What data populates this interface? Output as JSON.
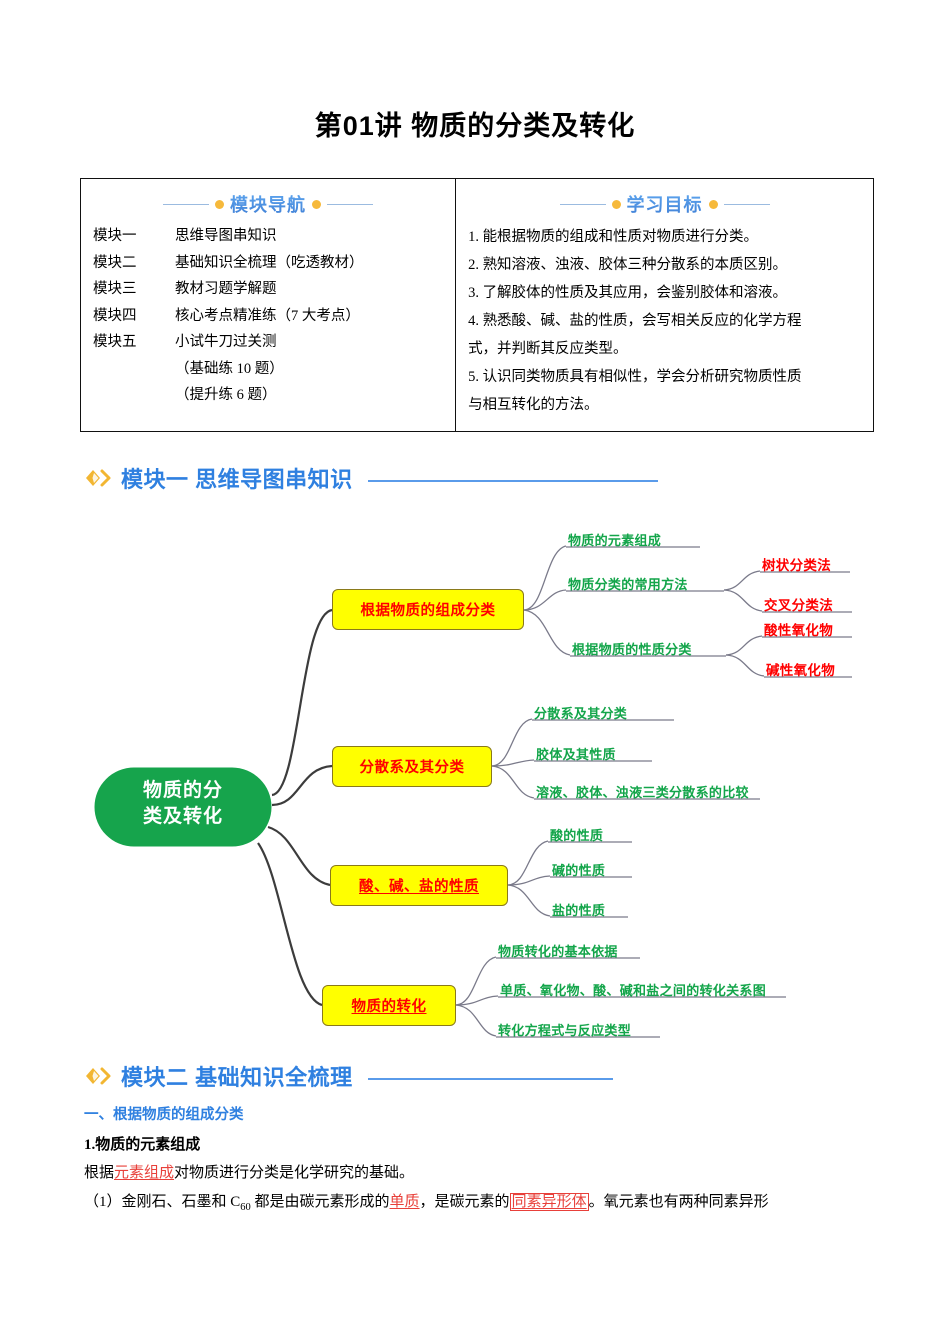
{
  "page": {
    "title": "第01讲 物质的分类及转化"
  },
  "nav_box": {
    "caption": "模块导航",
    "rows": [
      {
        "key": "模块一",
        "value": "思维导图串知识"
      },
      {
        "key": "模块二",
        "value": "基础知识全梳理（吃透教材）"
      },
      {
        "key": "模块三",
        "value": "教材习题学解题"
      },
      {
        "key": "模块四",
        "value": "核心考点精准练（7 大考点）"
      },
      {
        "key": "模块五",
        "value": "小试牛刀过关测"
      },
      {
        "key": "",
        "value": "（基础练 10 题）"
      },
      {
        "key": "",
        "value": "（提升练 6 题）"
      }
    ]
  },
  "goals_box": {
    "caption": "学习目标",
    "items": [
      "1. 能根据物质的组成和性质对物质进行分类。",
      "2. 熟知溶液、浊液、胶体三种分散系的本质区别。",
      "3. 了解胶体的性质及其应用，会鉴别胶体和溶液。",
      "4. 熟悉酸、碱、盐的性质，会写相关反应的化学方程",
      "式，并判断其反应类型。",
      "5. 认识同类物质具有相似性，学会分析研究物质性质",
      "与相互转化的方法。"
    ]
  },
  "section1": {
    "icon": "diamond-chevron-icon",
    "title": "模块一 思维导图串知识"
  },
  "section2": {
    "icon": "diamond-chevron-icon",
    "title": "模块二 基础知识全梳理"
  },
  "mindmap": {
    "center": {
      "line1": "物质的分",
      "line2": "类及转化"
    },
    "branches": [
      {
        "label": "根据物质的组成分类",
        "underline": false,
        "subs": [
          {
            "label": "物质的元素组成",
            "leaves": []
          },
          {
            "label": "物质分类的常用方法",
            "leaves": [
              "树状分类法",
              "交叉分类法"
            ]
          },
          {
            "label": "根据物质的性质分类",
            "leaves": [
              "酸性氧化物",
              "碱性氧化物"
            ]
          }
        ]
      },
      {
        "label": "分散系及其分类",
        "underline": false,
        "subs": [
          {
            "label": "分散系及其分类",
            "leaves": []
          },
          {
            "label": "胶体及其性质",
            "leaves": []
          },
          {
            "label": "溶液、胶体、浊液三类分散系的比较",
            "leaves": []
          }
        ]
      },
      {
        "label": "酸、碱、盐的性质",
        "underline": true,
        "subs": [
          {
            "label": "酸的性质",
            "leaves": []
          },
          {
            "label": "碱的性质",
            "leaves": []
          },
          {
            "label": "盐的性质",
            "leaves": []
          }
        ]
      },
      {
        "label": "物质的转化",
        "underline": true,
        "subs": [
          {
            "label": "物质转化的基本依据",
            "leaves": []
          },
          {
            "label": "单质、氧化物、酸、碱和盐之间的转化关系图",
            "leaves": []
          },
          {
            "label": "转化方程式与反应类型",
            "leaves": []
          }
        ]
      }
    ]
  },
  "content": {
    "heading_blue": "一、根据物质的组成分类",
    "heading_black": "1.物质的元素组成",
    "para1_pre": "根据",
    "para1_hl": "元素组成",
    "para1_post": "对物质进行分类是化学研究的基础。",
    "para2_a": "（1）金刚石、石墨和 C",
    "para2_sub": "60",
    "para2_b": " 都是由碳元素形成的",
    "para2_hl1": "单质",
    "para2_c": "，是碳元素的",
    "para2_hl2": "同素异形体",
    "para2_d": "。氧元素也有两种同素异形"
  },
  "colors": {
    "accent_blue": "#2f80e0",
    "caption_blue": "#4a90e2",
    "dot_orange": "#f6b93b",
    "node_green": "#16a44c",
    "branch_yellow": "#ffff00",
    "branch_text_red": "#ff0000",
    "sub_green": "#13a54a",
    "highlight_red": "#e8403a"
  }
}
